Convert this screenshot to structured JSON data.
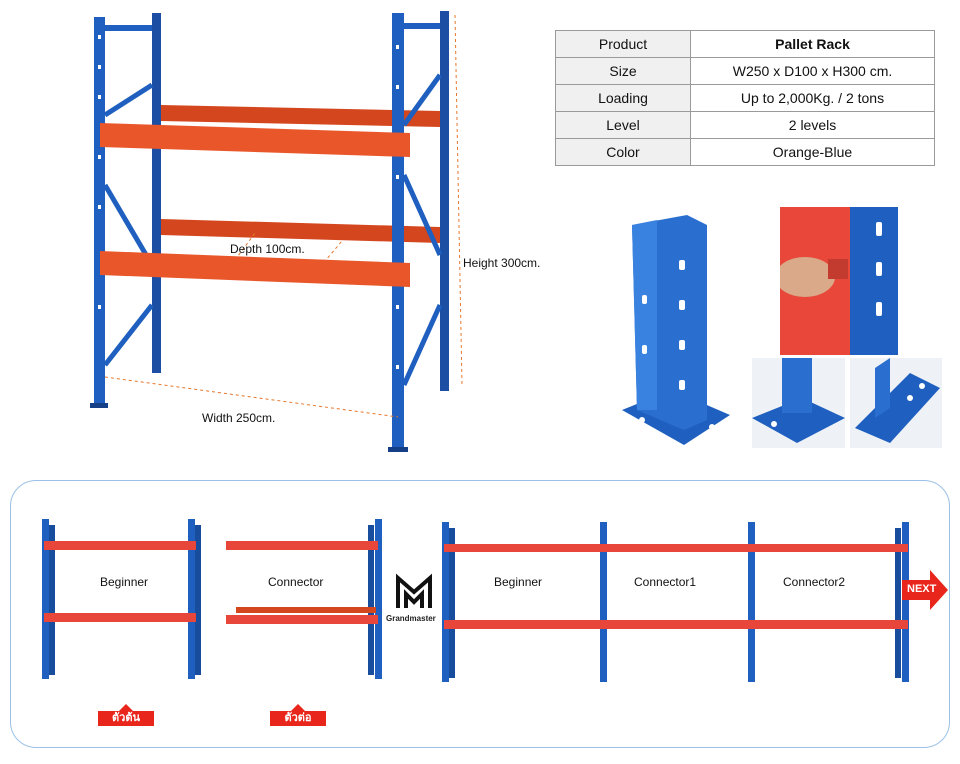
{
  "spec": {
    "rows": [
      {
        "key": "Product",
        "value": "Pallet Rack"
      },
      {
        "key": "Size",
        "value": "W250 x D100 x H300 cm."
      },
      {
        "key": "Loading",
        "value": "Up to 2,000Kg. / 2 tons"
      },
      {
        "key": "Level",
        "value": "2 levels"
      },
      {
        "key": "Color",
        "value": "Orange-Blue"
      }
    ]
  },
  "dimensions": {
    "depth": "Depth 100cm.",
    "height": "Height 300cm.",
    "width": "Width 250cm."
  },
  "configurations": {
    "single_beginner": "Beginner",
    "single_connector": "Connector",
    "combo_beginner": "Beginner",
    "combo_connector1": "Connector1",
    "combo_connector2": "Connector2",
    "tag_beginner": "ตัวต้น",
    "tag_connector": "ตัวต่อ",
    "next_label": "NEXT"
  },
  "brand": {
    "name": "Grandmaster"
  },
  "colors": {
    "blue": "#1f5fbf",
    "orange": "#e8562a",
    "red": "#e8261c",
    "frame": "#9cc1e6"
  }
}
